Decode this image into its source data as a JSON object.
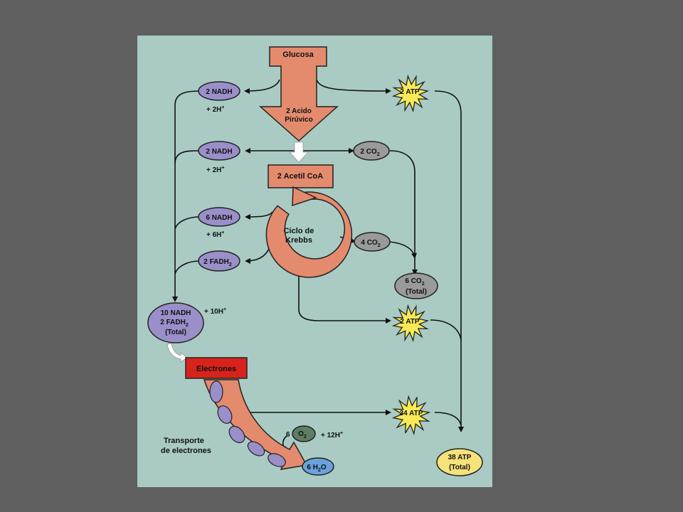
{
  "colors": {
    "background": "#5f5f5f",
    "panel": "#a9cbc3",
    "salmon": "#e48b6d",
    "nadh": "#9a8fc9",
    "co2": "#9a9a9a",
    "atp": "#f8ea56",
    "atp_total": "#f6e27a",
    "o2": "#5e7d66",
    "h2o": "#6aa2dc",
    "electrons": "#d8231c"
  },
  "nodes": {
    "glucosa": "Glucosa",
    "piruvico_1": "2 Acido",
    "piruvico_2": "Pirúvico",
    "acetil": "2 Acetil CoA",
    "krebs_1": "Ciclo de",
    "krebs_2": "Krebbs",
    "nadh_1": "2 NADH",
    "h_1": "+ 2H",
    "nadh_2": "2 NADH",
    "h_2": "+ 2H",
    "nadh_3": "6 NADH",
    "h_3": "+ 6H",
    "fadh": "2 FADH",
    "fadh_sub": "2",
    "total_nadh_1": "10 NADH",
    "total_nadh_2": "2 FADH",
    "total_nadh_2_sub": "2",
    "total_nadh_3": "(Total)",
    "h_total": "+ 10H",
    "co2_a": "2 CO",
    "co2_a_sub": "2",
    "co2_b": "4 CO",
    "co2_b_sub": "2",
    "co2_total_1": "6 CO",
    "co2_total_1_sub": "2",
    "co2_total_2": "(Total)",
    "atp_1": "2 ATP",
    "atp_2": "2 ATP",
    "atp_3": "34 ATP",
    "atp_total_1": "38 ATP",
    "atp_total_2": "(Total)",
    "electrones": "Electrones",
    "transporte_1": "Transporte",
    "transporte_2": "de electrones",
    "o2_coef": "6",
    "o2": "O",
    "o2_sub": "2",
    "h_o2": "+ 12H",
    "h2o": "6 H",
    "h2o_sub": "2",
    "h2o_end": "O",
    "plus": "+"
  }
}
